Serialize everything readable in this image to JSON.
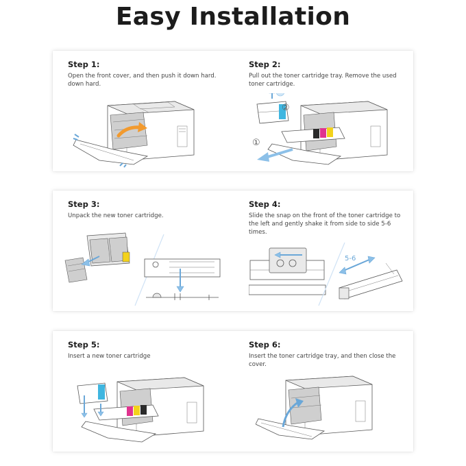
{
  "page": {
    "title": "Easy Installation"
  },
  "steps": [
    {
      "title": "Step 1:",
      "description": "Open the front cover, and then push it down hard. down hard."
    },
    {
      "title": "Step 2:",
      "description": "Pull out the toner cartridge tray. Remove the used toner cartridge.",
      "callouts": [
        "①",
        "②"
      ]
    },
    {
      "title": "Step 3:",
      "description": "Unpack the new toner cartridge."
    },
    {
      "title": "Step 4:",
      "description": "Slide the snap on the front of the toner cartridge to the left and gently shake it from side to side 5-6 times.",
      "shake_label": "5-6"
    },
    {
      "title": "Step 5:",
      "description": "Insert a new toner cartridge"
    },
    {
      "title": "Step 6:",
      "description": "Insert the toner cartridge tray, and then close the cover."
    }
  ],
  "colors": {
    "orange": "#f29a2e",
    "cyan": "#3fb6e0",
    "magenta": "#e0338f",
    "yellow": "#f3d21b",
    "black": "#2b2b2b",
    "accent_blue": "#6aa7d8",
    "divider": "#cfe2f5"
  }
}
